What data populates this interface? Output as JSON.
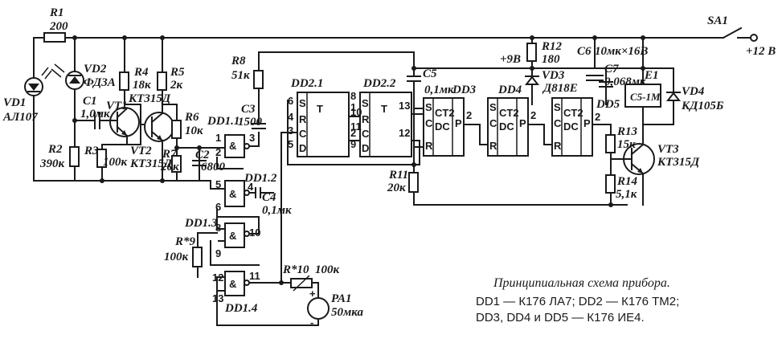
{
  "title": "Принципиальная схема прибора.",
  "caption": {
    "line1": "DD1 — К176 ЛА7; DD2 — К176 ТМ2;",
    "line2": "DD3, DD4 и DD5 — К176 ИЕ4."
  },
  "power": {
    "plus12": "+12 В",
    "plus9": "+9В",
    "switch": "SA1"
  },
  "resistors": {
    "r1": {
      "ref": "R1",
      "value": "200"
    },
    "r2": {
      "ref": "R2",
      "value": "390к"
    },
    "r3": {
      "ref": "R3",
      "value": "100к"
    },
    "r4": {
      "ref": "R4",
      "value": "18к"
    },
    "r5": {
      "ref": "R5",
      "value": "2к"
    },
    "r6": {
      "ref": "R6",
      "value": "10к"
    },
    "r7": {
      "ref": "R7",
      "value": "20к"
    },
    "r8": {
      "ref": "R8",
      "value": "51к"
    },
    "r9": {
      "ref": "R*9",
      "value": "100к"
    },
    "r10": {
      "ref": "R*10",
      "value": "100к"
    },
    "r11": {
      "ref": "R11",
      "value": "20к"
    },
    "r12": {
      "ref": "R12",
      "value": "180"
    },
    "r13": {
      "ref": "R13",
      "value": "15к"
    },
    "r14": {
      "ref": "R14",
      "value": "5,1к"
    }
  },
  "capacitors": {
    "c1": {
      "ref": "C1",
      "value": "1,0мк"
    },
    "c2": {
      "ref": "C2",
      "value": "6800"
    },
    "c3": {
      "ref": "C3",
      "value": "1500"
    },
    "c4": {
      "ref": "C4",
      "value": "0,1мк"
    },
    "c5": {
      "ref": "C5",
      "value": "0,1мк"
    },
    "c6": {
      "ref": "C6",
      "value": "10мк×16В"
    },
    "c7": {
      "ref": "C7",
      "value": "0,068мк"
    }
  },
  "diodes": {
    "vd1": {
      "ref": "VD1",
      "value": "АЛ107"
    },
    "vd2": {
      "ref": "VD2",
      "value": "ФД3А"
    },
    "vd3": {
      "ref": "VD3",
      "value": "Д818Е"
    },
    "vd4": {
      "ref": "VD4",
      "value": "КД105Б"
    }
  },
  "transistors": {
    "vt1": {
      "ref": "VT1",
      "value": "КТ315Д"
    },
    "vt2": {
      "ref": "VT2",
      "value": "КТ315Д"
    },
    "vt3": {
      "ref": "VT3",
      "value": "КТ315Д"
    }
  },
  "relay": {
    "ref": "E1",
    "value": "С5-1М"
  },
  "meter": {
    "ref": "PA1",
    "value": "50мка",
    "pos": "+",
    "neg": "-"
  },
  "gates": {
    "dd11": "DD1.1",
    "dd12": "DD1.2",
    "dd13": "DD1.3",
    "dd14": "DD1.4",
    "amp": "&"
  },
  "flipflops": {
    "dd21": "DD2.1",
    "dd22": "DD2.2",
    "t": "T",
    "s": "S",
    "r": "R",
    "c": "C",
    "d": "D"
  },
  "counters": {
    "dd3": "DD3",
    "dd4": "DD4",
    "dd5": "DD5",
    "ct": "CT2",
    "dc": "DC",
    "p": "P",
    "s": "S",
    "c": "C",
    "r": "R"
  },
  "pins": {
    "p1": "1",
    "p2": "2",
    "p3": "3",
    "p4": "4",
    "p5": "5",
    "p6": "6",
    "p8": "8",
    "p9": "9",
    "p10": "10",
    "p11": "11",
    "p12": "12",
    "p13": "13"
  }
}
